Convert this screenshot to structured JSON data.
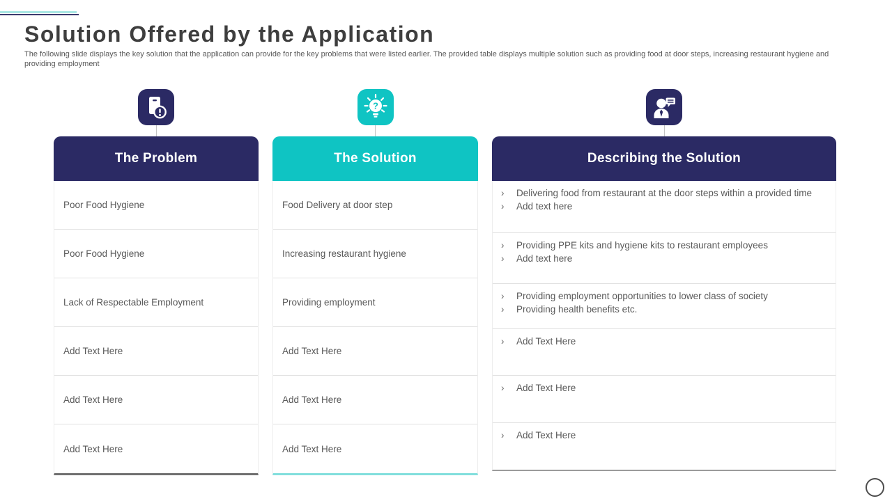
{
  "slide": {
    "title": "Solution Offered by the Application",
    "subtitle": "The following slide displays the key solution that the application can provide for the key problems that were listed earlier. The provided table displays multiple solution such as providing food at door steps, increasing restaurant hygiene and providing employment"
  },
  "bullet_char": "›",
  "colors": {
    "navy": "#2B2A64",
    "teal": "#0FC4C3",
    "body_text": "#595959",
    "divider": "#E2E2E2",
    "problem_underline": "#6F6F6F",
    "solution_underline": "#82DFDD",
    "describing_underline": "#9B9B9B"
  },
  "table": {
    "columns": [
      {
        "header": "The Problem",
        "icon": "document-alert-icon",
        "rows": [
          "Poor Food Hygiene",
          "Poor Food Hygiene",
          "Lack of Respectable Employment",
          "Add Text Here",
          "Add Text Here",
          "Add Text Here"
        ]
      },
      {
        "header": "The Solution",
        "icon": "lightbulb-question-icon",
        "rows": [
          "Food Delivery at door step",
          "Increasing restaurant hygiene",
          "Providing employment",
          "Add Text Here",
          "Add Text Here",
          "Add Text Here"
        ]
      },
      {
        "header": "Describing the Solution",
        "icon": "person-speech-icon",
        "rows": [
          {
            "items": [
              "Delivering food from restaurant at the door steps within a provided time",
              "Add text here"
            ]
          },
          {
            "items": [
              "Providing PPE kits and hygiene kits to restaurant employees",
              "Add text here"
            ]
          },
          {
            "items": [
              "Providing employment opportunities to lower class of society",
              "Providing health benefits etc."
            ]
          },
          {
            "items": [
              "Add Text Here"
            ]
          },
          {
            "items": [
              "Add Text Here"
            ]
          },
          {
            "items": [
              "Add Text Here"
            ]
          }
        ]
      }
    ]
  }
}
